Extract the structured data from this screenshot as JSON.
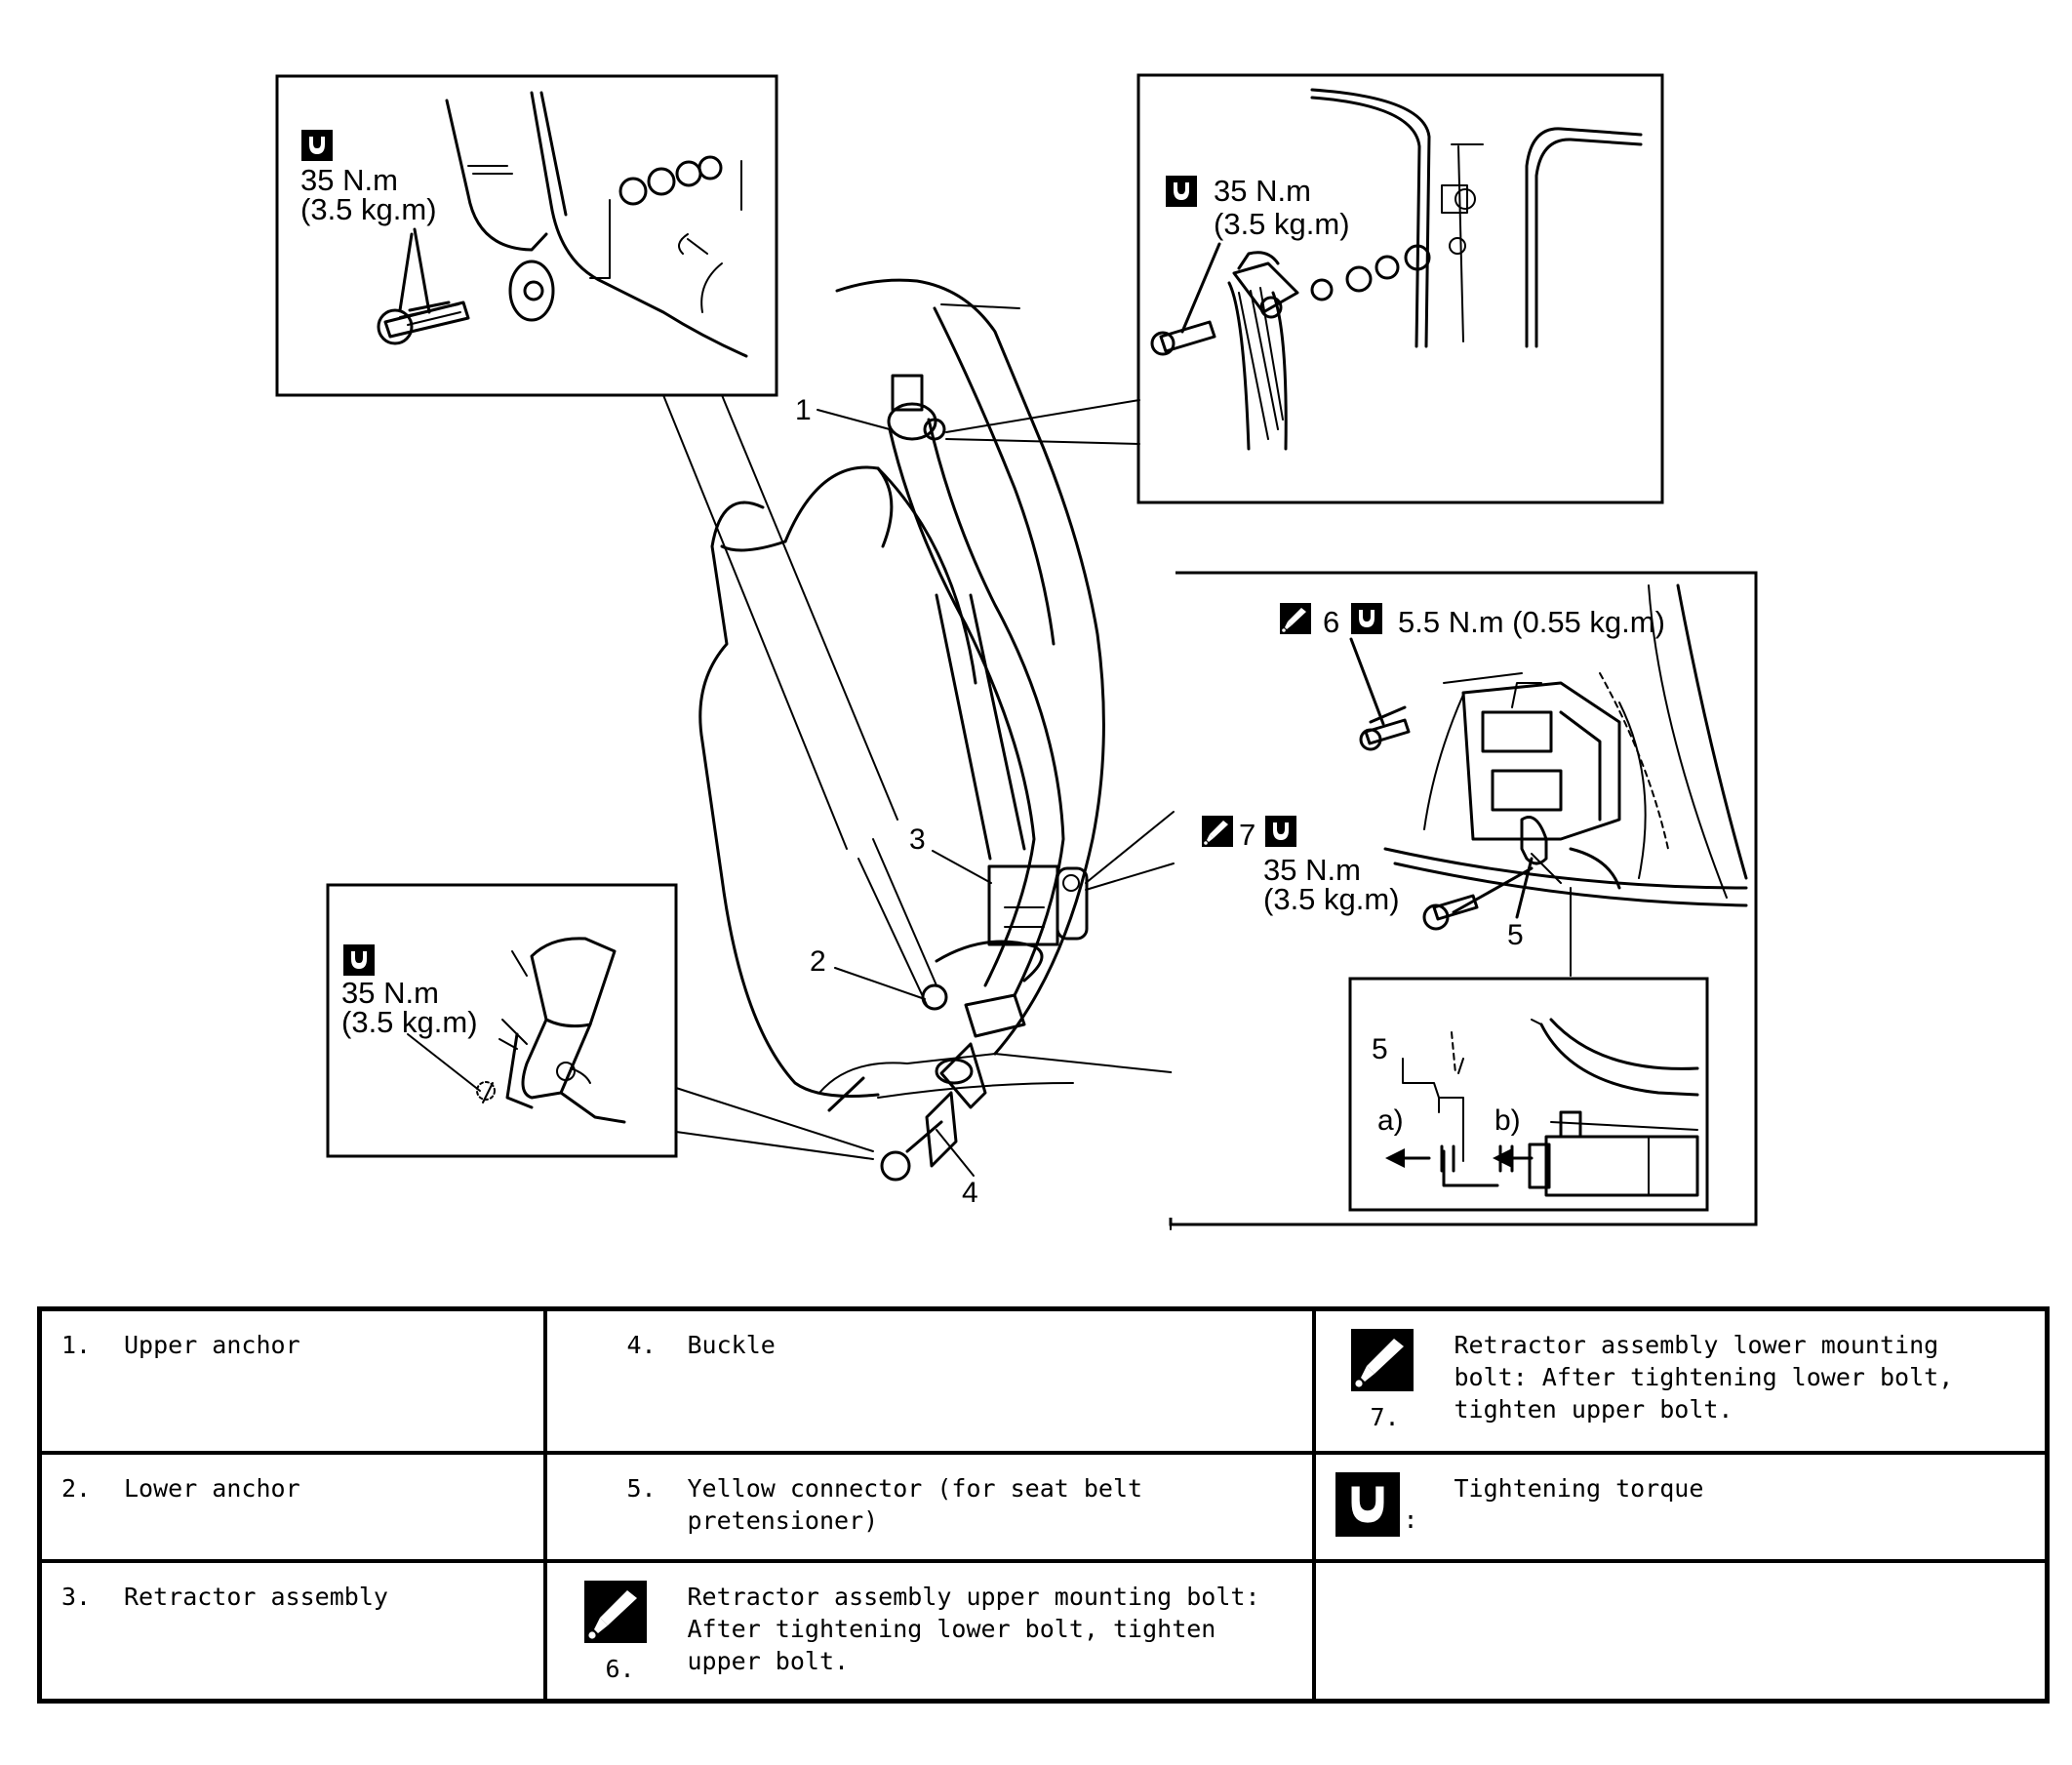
{
  "callouts": {
    "n1": "1",
    "n2": "2",
    "n3": "3",
    "n4": "4",
    "n5": "5",
    "inset_6": "6",
    "inset_7": "7",
    "inset_5": "5",
    "sub_5": "5",
    "sub_a": "a)",
    "sub_b": "b)"
  },
  "torque_upper_left": {
    "nm": "35 N.m",
    "kgm": "(3.5 kg.m)"
  },
  "torque_upper_right": {
    "nm": "35 N.m",
    "kgm": "(3.5 kg.m)"
  },
  "torque_retractor_upper": {
    "value": "5.5 N.m (0.55 kg.m)"
  },
  "torque_retractor_lower": {
    "nm": "35 N.m",
    "kgm": "(3.5 kg.m)"
  },
  "torque_buckle": {
    "nm": "35 N.m",
    "kgm": "(3.5 kg.m)"
  },
  "icons": {
    "torque": "torque-wrench-icon",
    "procedure": "tightening-procedure-icon"
  },
  "legend": {
    "row1": {
      "c1": {
        "num": "1.",
        "text": "Upper anchor"
      },
      "c2": {
        "num": "4.",
        "text": "Buckle"
      },
      "c3": {
        "num": "7.",
        "text": "Retractor assembly lower mounting bolt: After tightening lower bolt, tighten upper bolt."
      }
    },
    "row2": {
      "c1": {
        "num": "2.",
        "text": "Lower anchor"
      },
      "c2": {
        "num": "5.",
        "text": "Yellow connector (for seat belt pretensioner)"
      },
      "c3": {
        "sep": ":",
        "text": "Tightening torque"
      }
    },
    "row3": {
      "c1": {
        "num": "3.",
        "text": "Retractor assembly"
      },
      "c2": {
        "num": "6.",
        "text": "Retractor assembly upper mounting bolt: After tightening lower bolt, tighten upper bolt."
      },
      "c3": {
        "text": ""
      }
    }
  }
}
